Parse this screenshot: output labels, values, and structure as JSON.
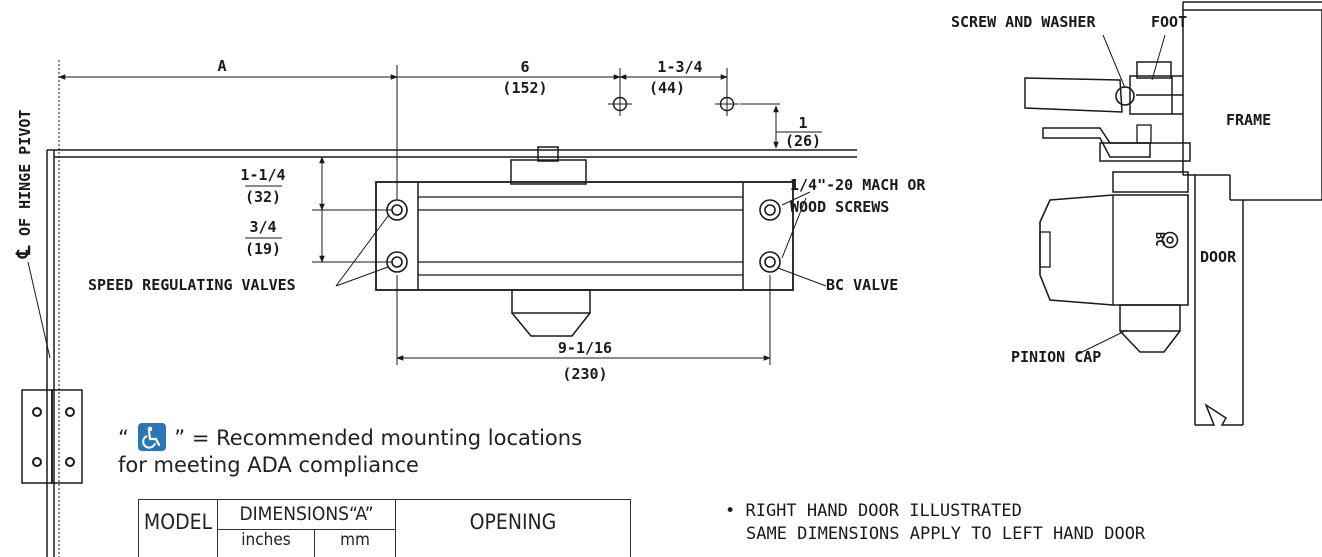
{
  "labels": {
    "dim_a": "A",
    "dim_6": "6",
    "dim_152": "(152)",
    "dim_1_3_4": "1-3/4",
    "dim_44": "(44)",
    "dim_1": "1",
    "dim_26": "(26)",
    "dim_1_1_4": "1-1/4",
    "dim_32": "(32)",
    "dim_3_4": "3/4",
    "dim_19": "(19)",
    "dim_9_1_16": "9-1/16",
    "dim_230": "(230)",
    "screws_line1": "1/4\"-20 MACH OR",
    "screws_line2": "WOOD SCREWS",
    "speed_valves": "SPEED REGULATING VALVES",
    "bc_valve": "BC VALVE",
    "hinge_pivot": "OF HINGE PIVOT",
    "centerline_symbol": "℄",
    "screw_washer": "SCREW AND WASHER",
    "foot": "FOOT",
    "frame": "FRAME",
    "door": "DOOR",
    "bc": "BC",
    "pinion_cap": "PINION CAP"
  },
  "ada_note": {
    "open_quote": "“",
    "close_quote": "”",
    "line1_rest": " = Recommended mounting locations",
    "line2": "for meeting ADA compliance",
    "icon": "wheelchair-accessibility-icon"
  },
  "table": {
    "headers": {
      "model": "MODEL",
      "dimensions": "DIMENSIONS“A”",
      "inches": "inches",
      "mm": "mm",
      "opening": "OPENING"
    }
  },
  "notes": {
    "line1": "• RIGHT HAND DOOR ILLUSTRATED",
    "line2": "SAME DIMENSIONS APPLY TO LEFT HAND DOOR"
  },
  "colors": {
    "ink": "#1a1a1a",
    "ada_blue": "#2a76b6"
  }
}
